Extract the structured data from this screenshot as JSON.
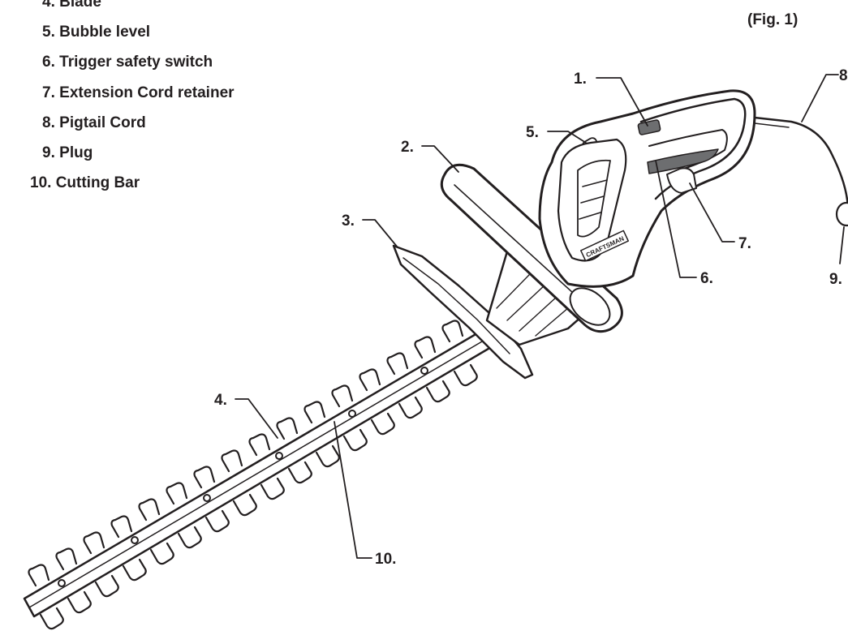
{
  "figure_label": "(Fig. 1)",
  "legend": [
    {
      "num": "4.",
      "text": "Blade"
    },
    {
      "num": "5.",
      "text": "Bubble level"
    },
    {
      "num": "6.",
      "text": "Trigger safety switch"
    },
    {
      "num": "7.",
      "text": "Extension Cord retainer"
    },
    {
      "num": "8.",
      "text": "Pigtail Cord"
    },
    {
      "num": "9.",
      "text": "Plug"
    },
    {
      "num": "10.",
      "text": "Cutting Bar"
    }
  ],
  "callouts": {
    "c1": "1.",
    "c2": "2.",
    "c3": "3.",
    "c4": "4.",
    "c5": "5.",
    "c6": "6.",
    "c7": "7.",
    "c8": "8",
    "c9": "9.",
    "c10": "10."
  },
  "brand_text": "CRAFTSMAN"
}
